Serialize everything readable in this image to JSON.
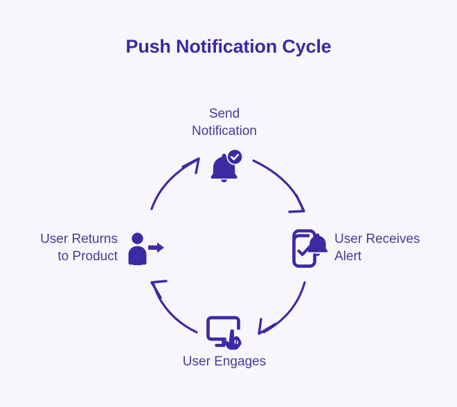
{
  "page": {
    "title": "Push Notification Cycle",
    "background_color": "#f8f6fc",
    "accent_color": "#3b2ba3",
    "title_color": "#3a2aa0",
    "label_color": "#463b96"
  },
  "diagram": {
    "type": "cycle",
    "direction": "clockwise",
    "node_count": 4,
    "nodes": [
      {
        "id": "send",
        "label": "Send\nNotification",
        "position": "top",
        "icon": "bell-check-icon"
      },
      {
        "id": "receive",
        "label": "User Receives\nAlert",
        "position": "right",
        "icon": "phone-alert-icon"
      },
      {
        "id": "engage",
        "label": "User Engages",
        "position": "bottom",
        "icon": "monitor-click-icon"
      },
      {
        "id": "return",
        "label": "User Returns\nto Product",
        "position": "left",
        "icon": "person-arrow-icon"
      }
    ],
    "arrows": [
      {
        "id": "send-to-receive",
        "from": "send",
        "to": "receive",
        "style": "curved"
      },
      {
        "id": "receive-to-engage",
        "from": "receive",
        "to": "engage",
        "style": "curved"
      },
      {
        "id": "engage-to-return",
        "from": "engage",
        "to": "return",
        "style": "curved"
      },
      {
        "id": "return-to-send",
        "from": "return",
        "to": "send",
        "style": "curved"
      }
    ]
  }
}
